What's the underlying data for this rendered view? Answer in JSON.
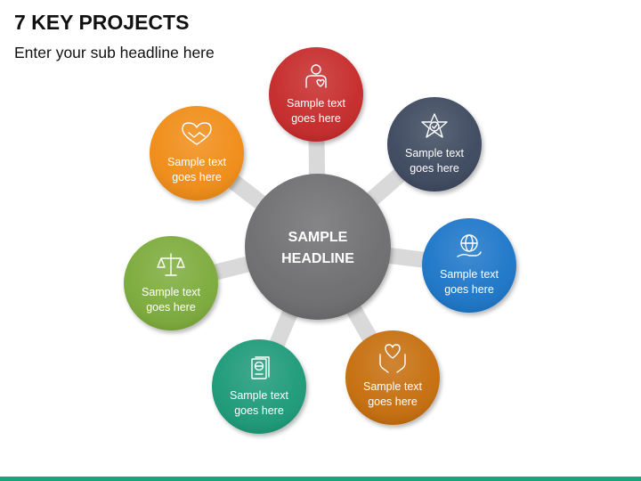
{
  "header": {
    "title": "7 KEY PROJECTS",
    "subtitle": "Enter your sub headline here"
  },
  "center": {
    "line1": "SAMPLE",
    "line2": "HEADLINE",
    "color": "#6e6e70"
  },
  "connector_color": "#d9d9d9",
  "accent_bar_color": "#1aa37a",
  "nodes": [
    {
      "id": "top",
      "icon": "person-heart-icon",
      "color": "#c62b2b",
      "line1": "Sample text",
      "line2": "goes here"
    },
    {
      "id": "top-right",
      "icon": "star-badge-icon",
      "color": "#3e4a5e",
      "line1": "Sample text",
      "line2": "goes here"
    },
    {
      "id": "right",
      "icon": "globe-hand-icon",
      "color": "#1c76c8",
      "line1": "Sample text",
      "line2": "goes here"
    },
    {
      "id": "bottom-right",
      "icon": "hands-heart-icon",
      "color": "#c66e0c",
      "line1": "Sample text",
      "line2": "goes here"
    },
    {
      "id": "bottom",
      "icon": "passport-icon",
      "color": "#1a9a78",
      "line1": "Sample text",
      "line2": "goes here"
    },
    {
      "id": "left",
      "icon": "scales-icon",
      "color": "#7bab3b",
      "line1": "Sample text",
      "line2": "goes here"
    },
    {
      "id": "top-left",
      "icon": "handshake-heart-icon",
      "color": "#f08c19",
      "line1": "Sample text",
      "line2": "goes here"
    }
  ]
}
